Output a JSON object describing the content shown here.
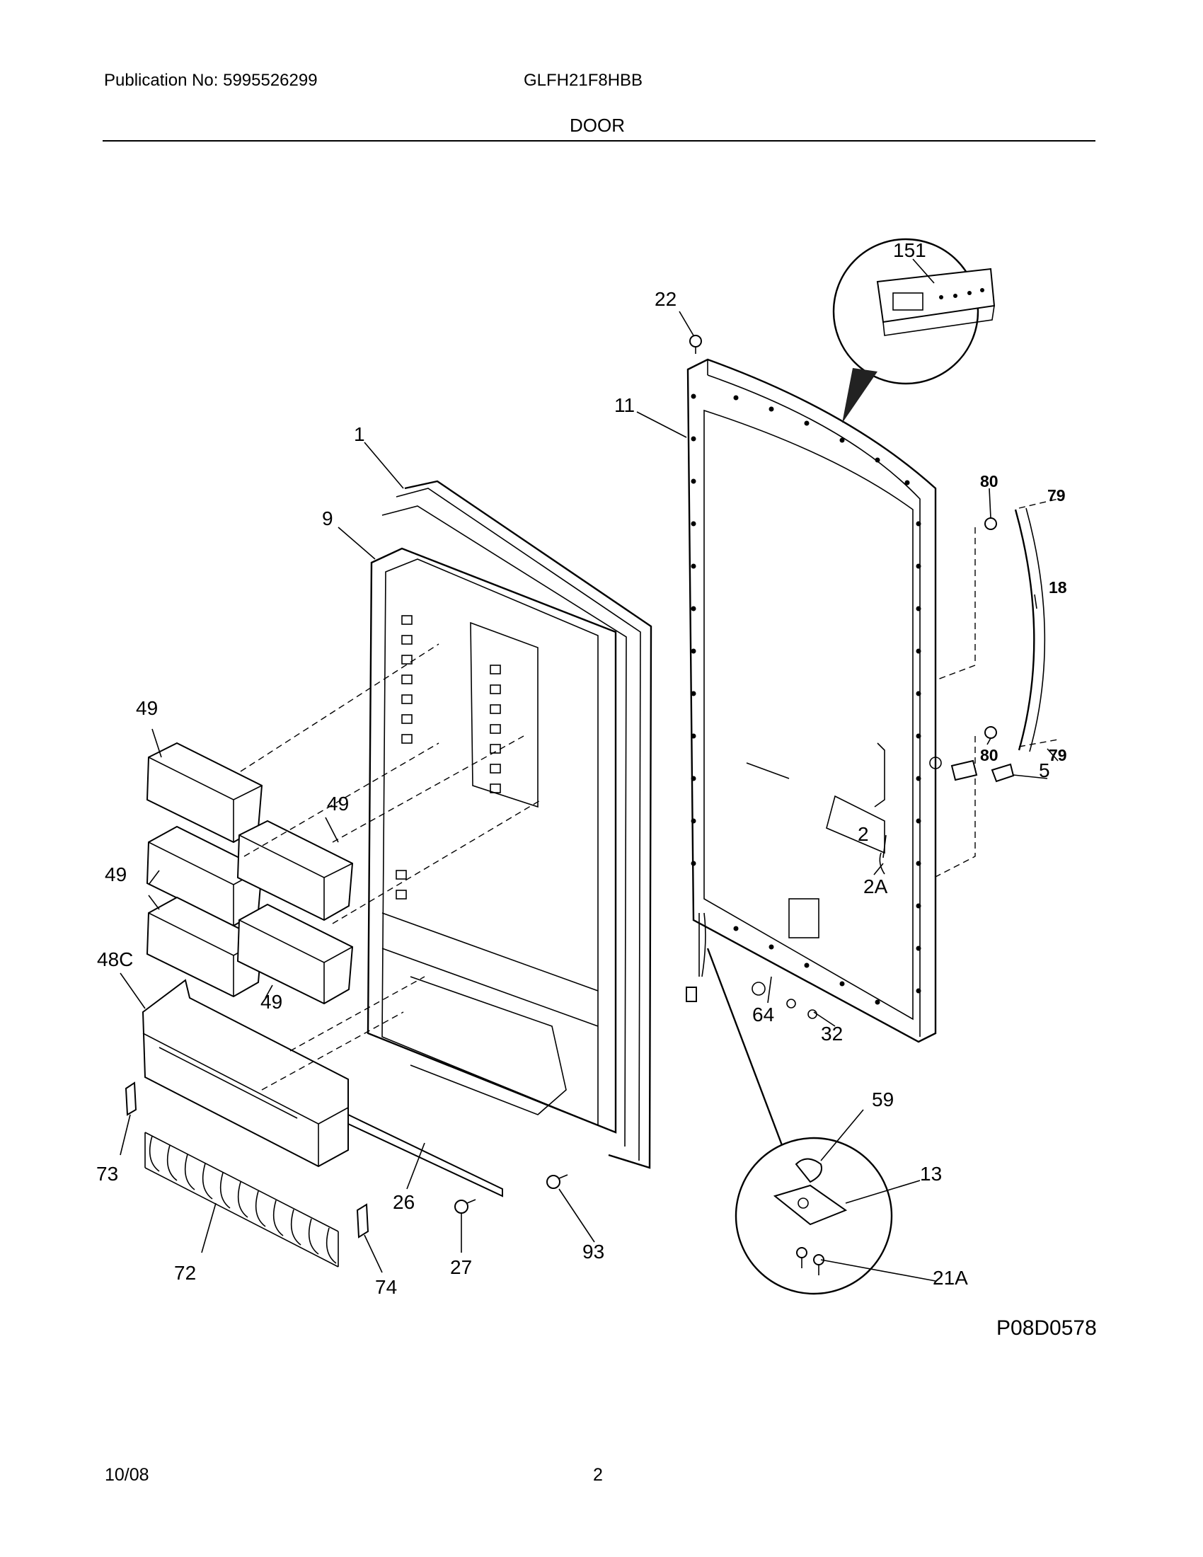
{
  "header": {
    "publication": "Publication No: 5995526299",
    "model": "GLFH21F8HBB",
    "section": "DOOR"
  },
  "diagram_code": "P08D0578",
  "footer": {
    "date": "10/08",
    "page": "2"
  },
  "callouts": {
    "c151": "151",
    "c22": "22",
    "c11": "11",
    "c1": "1",
    "c9": "9",
    "c80a": "80",
    "c79a": "79",
    "c18": "18",
    "c80b": "80",
    "c79b": "79",
    "c5": "5",
    "c2": "2",
    "c2A": "2A",
    "c49a": "49",
    "c49b": "49",
    "c49c": "49",
    "c49d": "49",
    "c48C": "48C",
    "c64": "64",
    "c32": "32",
    "c59": "59",
    "c13": "13",
    "c21A": "21A",
    "c73": "73",
    "c72": "72",
    "c26": "26",
    "c27": "27",
    "c93": "93",
    "c74": "74"
  }
}
